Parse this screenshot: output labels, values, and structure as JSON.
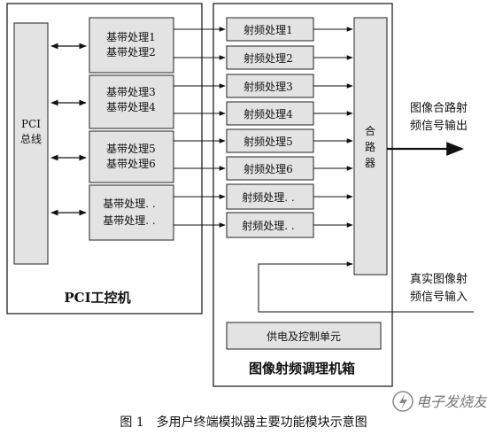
{
  "pci_host": {
    "title": "PCI工控机",
    "bus_label_line1": "PCI",
    "bus_label_line2": "总线",
    "baseband_groups": [
      [
        "基带处理1",
        "基带处理2"
      ],
      [
        "基带处理3",
        "基带处理4"
      ],
      [
        "基带处理5",
        "基带处理6"
      ],
      [
        "基带处理. .",
        "基带处理. ."
      ]
    ]
  },
  "chassis": {
    "title": "图像射频调理机箱",
    "rf_units": [
      "射频处理1",
      "射频处理2",
      "射频处理3",
      "射频处理4",
      "射频处理5",
      "射频处理6",
      "射频处理. .",
      "射频处理. ."
    ],
    "combiner_chars": [
      "合",
      "路",
      "器"
    ],
    "power_unit": "供电及控制单元"
  },
  "output_label": [
    "图像合路射",
    "频信号输出"
  ],
  "input_label": [
    "真实图像射",
    "频信号输入"
  ],
  "caption": "图 1　多用户终端模拟器主要功能模块示意图",
  "watermark": "电子发烧友"
}
